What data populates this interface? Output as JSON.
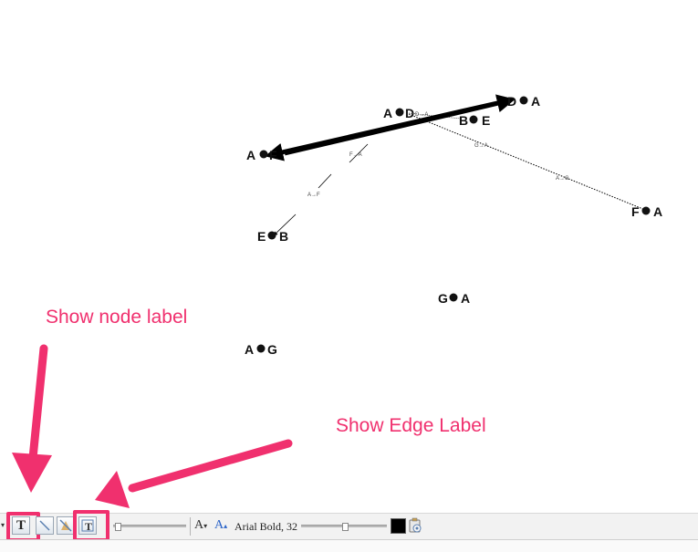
{
  "graph": {
    "nodes": [
      {
        "id": "A-D",
        "text": "A",
        "label_suffix": "D"
      },
      {
        "id": "D-A",
        "text": "D",
        "label_suffix": "A"
      },
      {
        "id": "B-E",
        "text": "B",
        "label_suffix": "E"
      },
      {
        "id": "A-F",
        "text": "A",
        "label_suffix": "F"
      },
      {
        "id": "F-A",
        "text": "F",
        "label_suffix": "A"
      },
      {
        "id": "E-B",
        "text": "E",
        "label_suffix": "B"
      },
      {
        "id": "G-A",
        "text": "G",
        "label_suffix": "A"
      },
      {
        "id": "A-G",
        "text": "A",
        "label_suffix": "G"
      }
    ],
    "edge_labels": [
      "F→A",
      "A→F",
      "G→A",
      "A→G",
      "D→A"
    ]
  },
  "annotations": {
    "show_node_label": "Show node label",
    "show_edge_label": "Show Edge Label"
  },
  "toolbar": {
    "font_label": "Arial Bold, 32",
    "font_size_decrease": "A",
    "font_size_increase": "A",
    "color_swatch": "#000000"
  },
  "colors": {
    "accent": "#f0306e"
  }
}
